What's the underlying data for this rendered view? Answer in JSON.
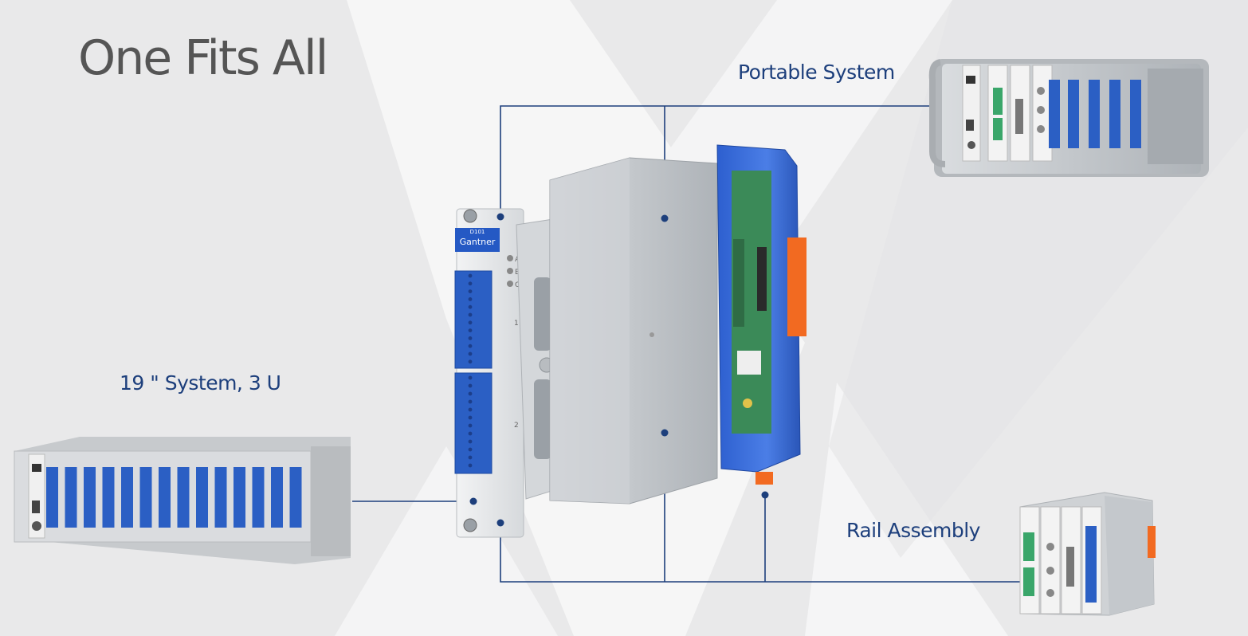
{
  "title": "One Fits All",
  "labels": {
    "portable": "Portable System",
    "rack": "19 \" System, 3 U",
    "rail": "Rail Assembly"
  },
  "module": {
    "model": "D101",
    "brand": "Gantner",
    "led_labels": [
      "A",
      "B",
      "C"
    ],
    "channel_labels": [
      "1",
      "2"
    ]
  },
  "colors": {
    "background": "#e9e9ea",
    "stripe": "#f6f6f6",
    "title": "#555555",
    "label": "#1d3f7c",
    "connector_line": "#1d3f7c",
    "terminal_blue": "#2b5fc4",
    "housing_blue": "#3d6fd8",
    "orange_tab": "#f26a21",
    "pcb_green": "#3f8a5a",
    "aluminium": "#c6c9cc"
  }
}
